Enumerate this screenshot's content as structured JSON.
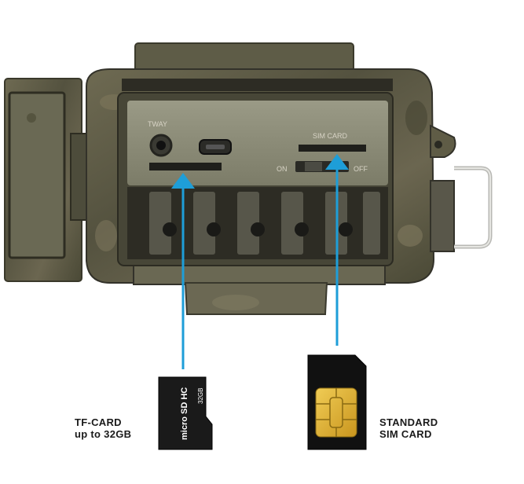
{
  "camera_panel": {
    "tway_label": "TWAY",
    "sim_card_label": "SIM CARD",
    "switch_on_label": "ON",
    "switch_off_label": "OFF"
  },
  "tf_card": {
    "label_line1": "TF-CARD",
    "label_line2": "up to 32GB",
    "card_capacity": "32GB",
    "card_brand": "micro SD HC"
  },
  "sim_card": {
    "label_line1": "STANDARD",
    "label_line2": "SIM CARD"
  },
  "colors": {
    "arrow": "#1e9ed8",
    "camo_base": "#5f5d47",
    "panel_face": "#8a8a76",
    "sim_chip": "#e0b437"
  }
}
